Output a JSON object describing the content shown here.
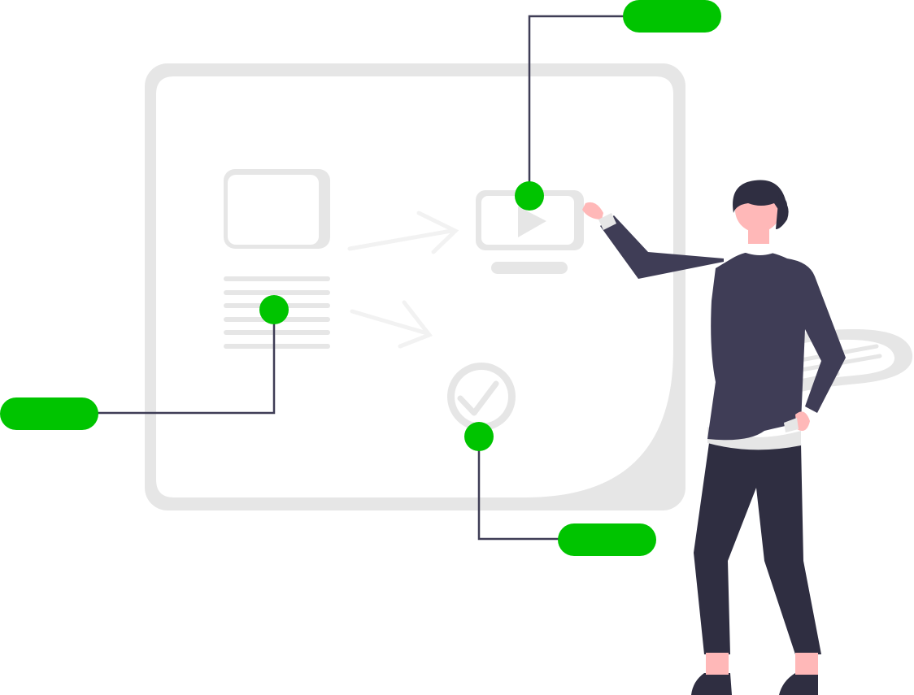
{
  "illustration": {
    "colors": {
      "accent": "#00c400",
      "frame": "#e6e6e6",
      "frame_inner": "#ffffff",
      "connector": "#3f3d56",
      "figure_dark": "#2f2e41",
      "sweater": "#3f3d56",
      "skin": "#ffb8b8",
      "collar": "#ffffff",
      "bubble": "#e6e6e6",
      "faint": "#f2f2f2"
    },
    "callouts": [
      {
        "name": "top-callout",
        "label": ""
      },
      {
        "name": "left-callout",
        "label": ""
      },
      {
        "name": "bottom-callout",
        "label": ""
      }
    ],
    "icons": [
      "image-icon",
      "text-lines-icon",
      "arrow-icon",
      "video-player-icon",
      "play-icon",
      "checkmark-icon",
      "chat-bubble-icon"
    ]
  }
}
